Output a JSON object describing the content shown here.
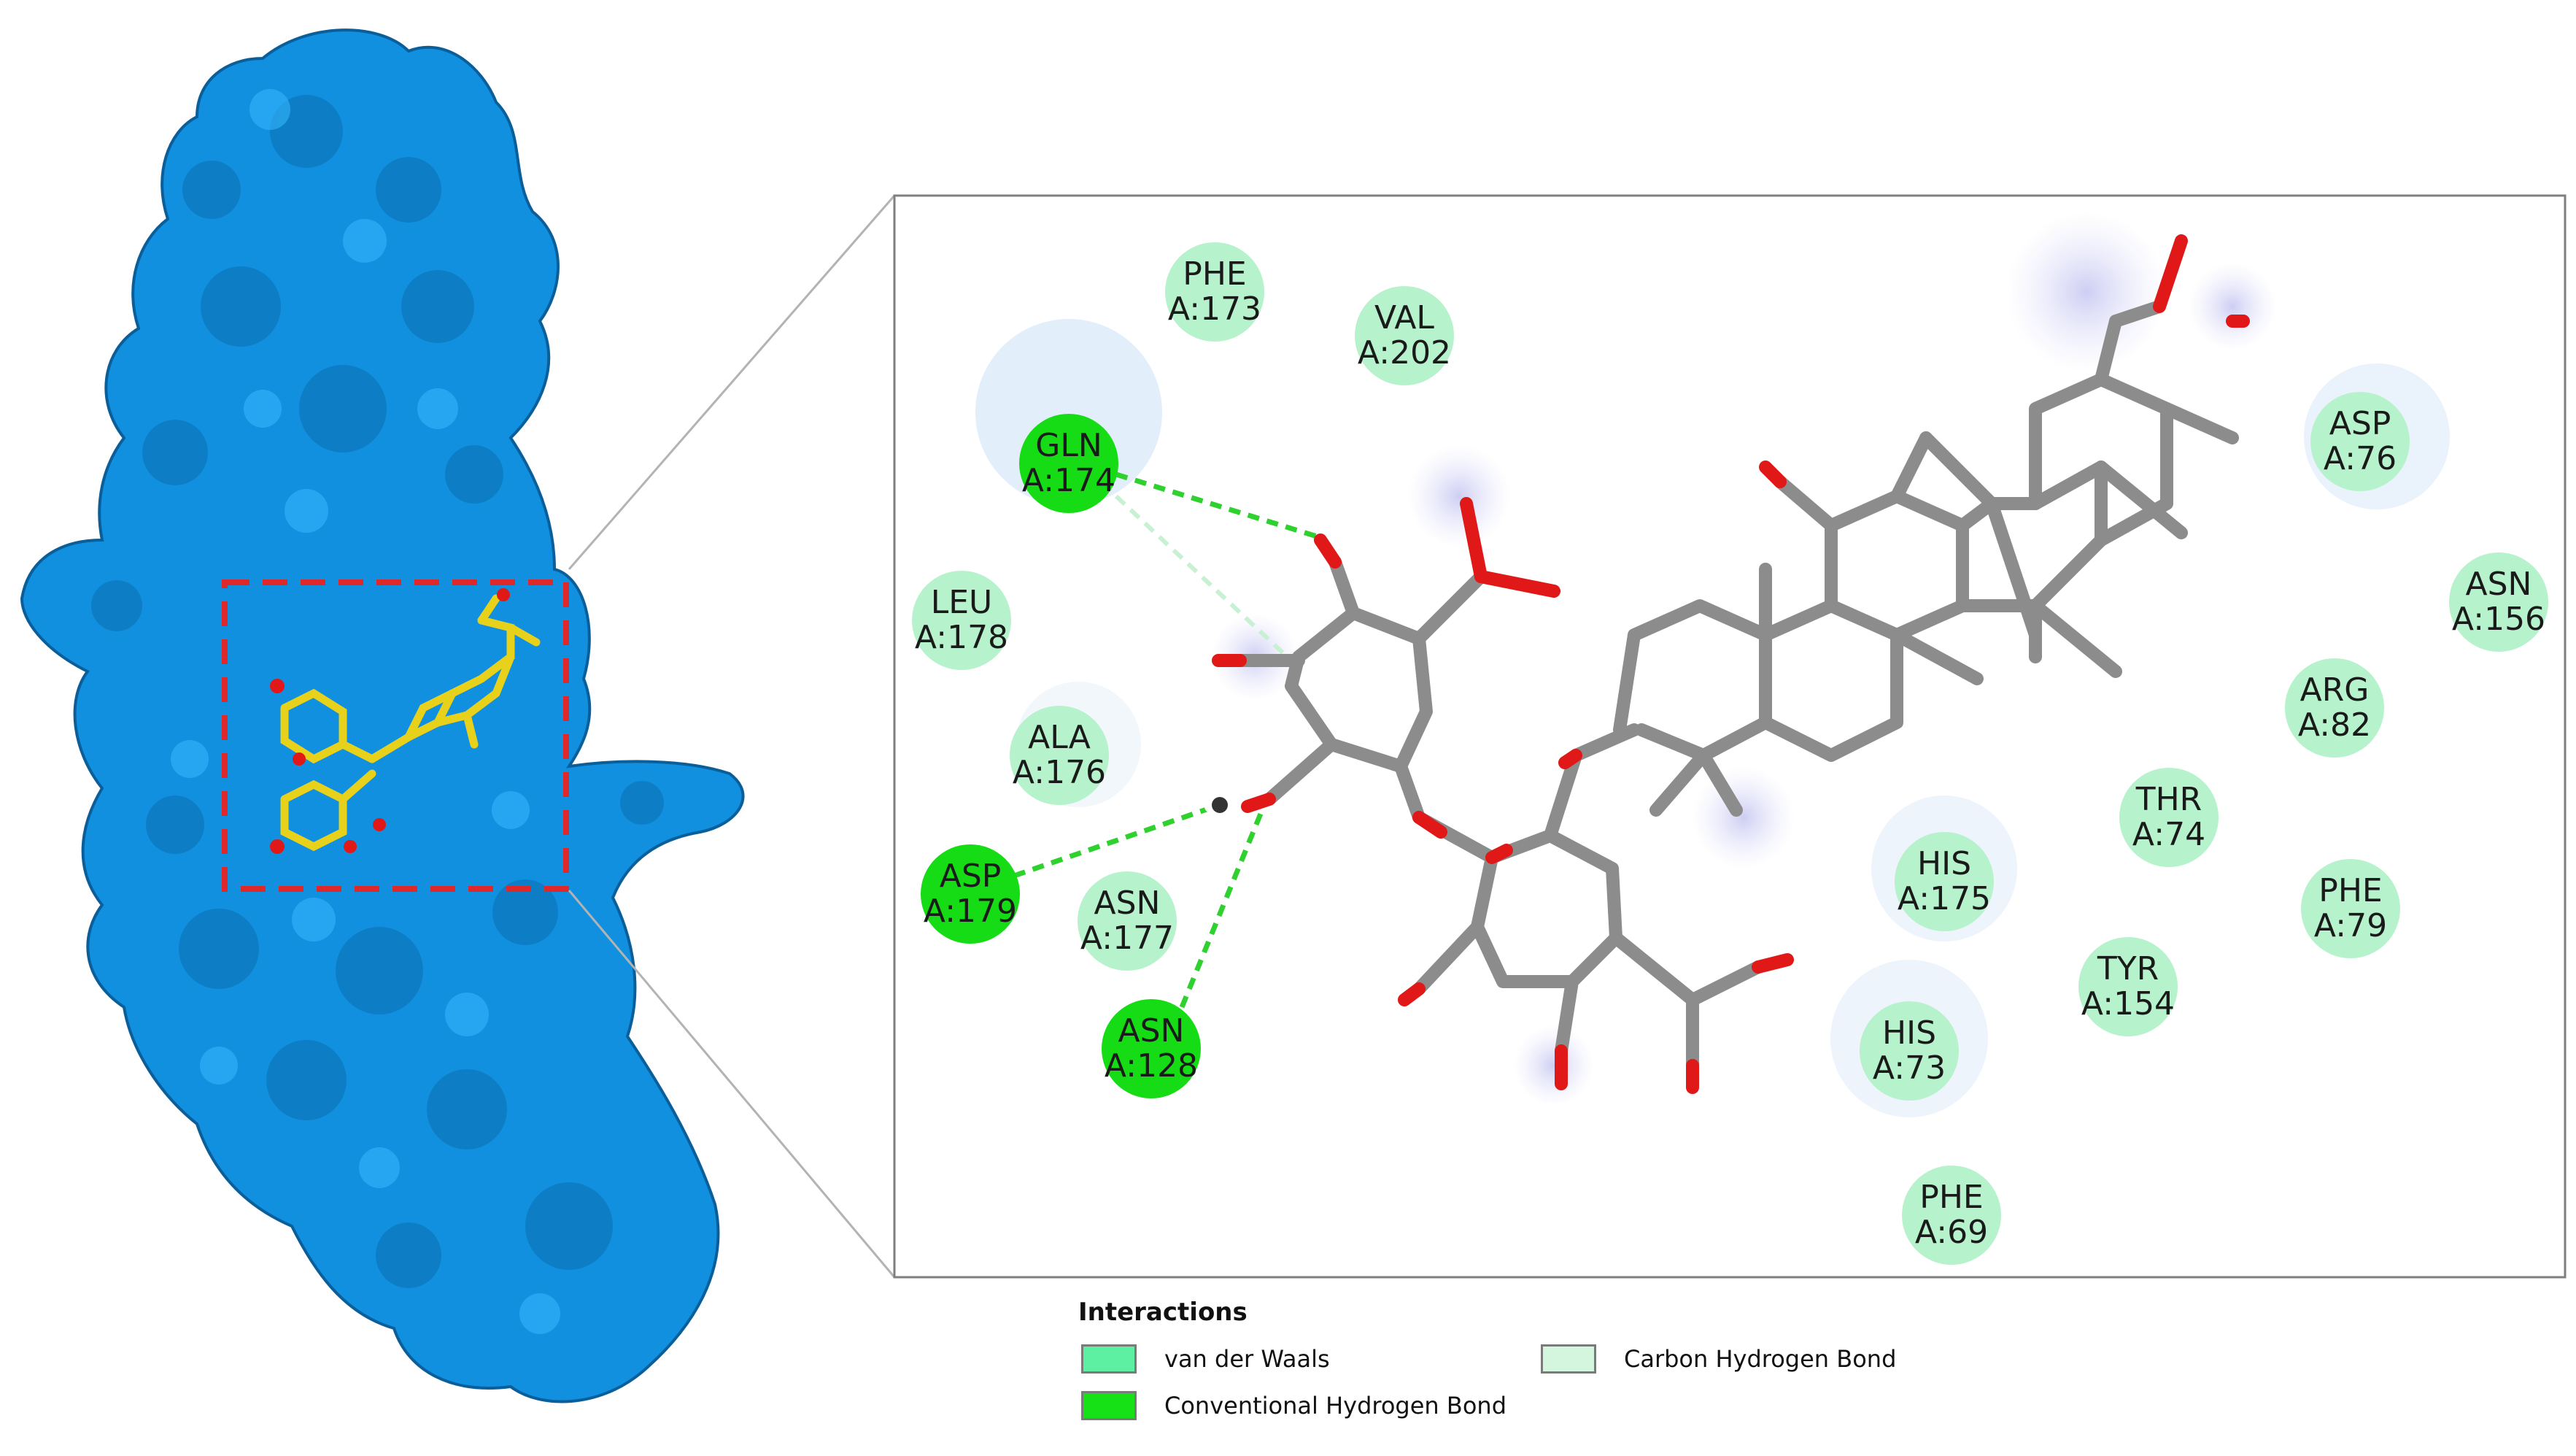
{
  "colors": {
    "protein_surface": "#1190e0",
    "protein_dark": "#0a5f9a",
    "ligand_stick": "#e8d11a",
    "selection_box": "#e0282a",
    "atom_carbon": "#8c8c8c",
    "atom_oxygen": "#e01818",
    "vdw": "#b6f2cb",
    "conventional_hbond": "#16dc16",
    "carbon_hbond": "#d9f7e2",
    "hbond_line": "#2fd12f"
  },
  "residues": [
    {
      "name": "PHE",
      "id": "A:173",
      "type": "vdw"
    },
    {
      "name": "VAL",
      "id": "A:202",
      "type": "vdw"
    },
    {
      "name": "GLN",
      "id": "A:174",
      "type": "conventional_hbond"
    },
    {
      "name": "LEU",
      "id": "A:178",
      "type": "vdw"
    },
    {
      "name": "ALA",
      "id": "A:176",
      "type": "vdw"
    },
    {
      "name": "ASP",
      "id": "A:179",
      "type": "conventional_hbond"
    },
    {
      "name": "ASN",
      "id": "A:177",
      "type": "vdw"
    },
    {
      "name": "ASN",
      "id": "A:128",
      "type": "conventional_hbond"
    },
    {
      "name": "ASP",
      "id": "A:76",
      "type": "vdw"
    },
    {
      "name": "ASN",
      "id": "A:156",
      "type": "vdw"
    },
    {
      "name": "ARG",
      "id": "A:82",
      "type": "vdw"
    },
    {
      "name": "THR",
      "id": "A:74",
      "type": "vdw"
    },
    {
      "name": "PHE",
      "id": "A:79",
      "type": "vdw"
    },
    {
      "name": "HIS",
      "id": "A:175",
      "type": "vdw"
    },
    {
      "name": "TYR",
      "id": "A:154",
      "type": "vdw"
    },
    {
      "name": "HIS",
      "id": "A:73",
      "type": "vdw"
    },
    {
      "name": "PHE",
      "id": "A:69",
      "type": "vdw"
    }
  ],
  "legend": {
    "title": "Interactions",
    "items": [
      {
        "label": "van der Waals",
        "color": "#5ef0a2"
      },
      {
        "label": "Conventional Hydrogen Bond",
        "color": "#16e016"
      },
      {
        "label": "Carbon Hydrogen Bond",
        "color": "#d4f6df"
      }
    ]
  }
}
